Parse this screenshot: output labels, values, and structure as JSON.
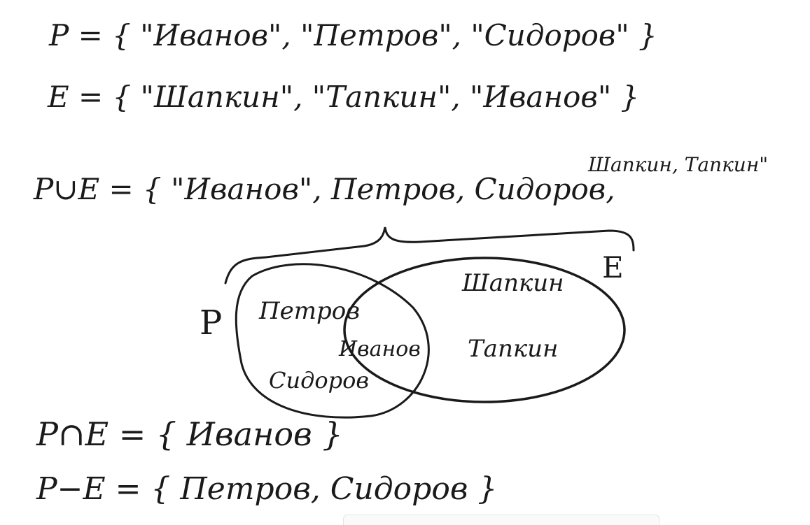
{
  "equations": {
    "p_set": "P = { \"Иванов\", \"Петров\", \"Сидоров\" }",
    "e_set": "E = { \"Шапкин\", \"Тапкин\", \"Иванов\" }",
    "union": "P∪E = { \"Иванов\", Петров, Сидоров,",
    "union_tail": "Шапкин, Тапкин\"",
    "intersection": "P∩E = { Иванов }",
    "difference": "P−E = { Петров, Сидоров }"
  },
  "venn": {
    "label_p": "P",
    "label_e": "E",
    "p_only": [
      "Петров",
      "Сидоров"
    ],
    "both": "Иванов",
    "e_only": [
      "Шапкин",
      "Тапкин"
    ]
  }
}
